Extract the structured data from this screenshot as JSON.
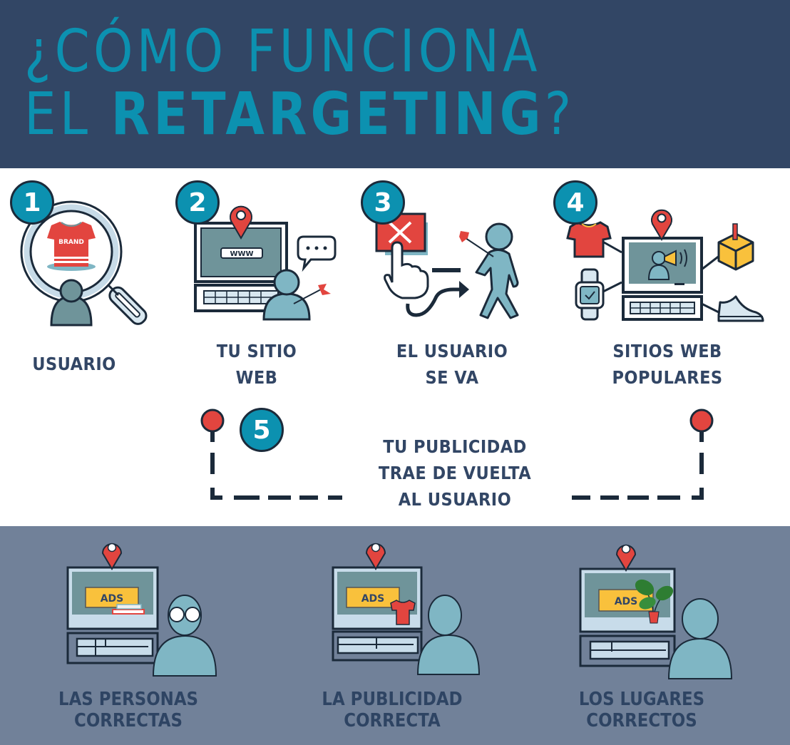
{
  "header": {
    "title_line1": "¿CÓMO FUNCIONA",
    "title_line2_prefix": "EL ",
    "title_line2_bold": "RETARGETING",
    "title_line2_suffix": "?"
  },
  "steps": [
    {
      "number": "1",
      "label_line1": "USUARIO",
      "label_line2": "",
      "illustration": "magnifier-user-tshirt",
      "tshirt_text": "BRAND"
    },
    {
      "number": "2",
      "label_line1": "TU SITIO",
      "label_line2": "WEB",
      "illustration": "computer-www-user",
      "url_text": "WWW"
    },
    {
      "number": "3",
      "label_line1": "EL USUARIO",
      "label_line2": "SE VA",
      "illustration": "close-click-user-walking"
    },
    {
      "number": "4",
      "label_line1": "SITIOS WEB",
      "label_line2": "POPULARES",
      "illustration": "computer-connected-products"
    }
  ],
  "step5": {
    "number": "5",
    "line1": "TU PUBLICIDAD",
    "line2": "TRAE DE VUELTA",
    "line3": "AL USUARIO"
  },
  "outcomes": [
    {
      "ad_text": "ADS",
      "line1": "LAS PERSONAS",
      "line2": "CORRECTAS",
      "illustration": "computer-ads-user-glasses"
    },
    {
      "ad_text": "ADS",
      "line1": "LA PUBLICIDAD",
      "line2": "CORRECTA",
      "illustration": "computer-ads-tshirt-user"
    },
    {
      "ad_text": "ADS",
      "line1": "LOS LUGARES",
      "line2": "CORRECTOS",
      "illustration": "computer-ads-plant-user"
    }
  ],
  "colors": {
    "header_bg": "#324665",
    "title_teal": "#0c91b0",
    "badge_teal": "#0c91b0",
    "label_navy": "#324665",
    "bottom_bg": "#718199",
    "pin_red": "#e2453f",
    "ad_yellow": "#f9c13c",
    "outline": "#1b2a3a",
    "screen_gray": "#6f949a",
    "user_blue": "#7fb6c4"
  }
}
